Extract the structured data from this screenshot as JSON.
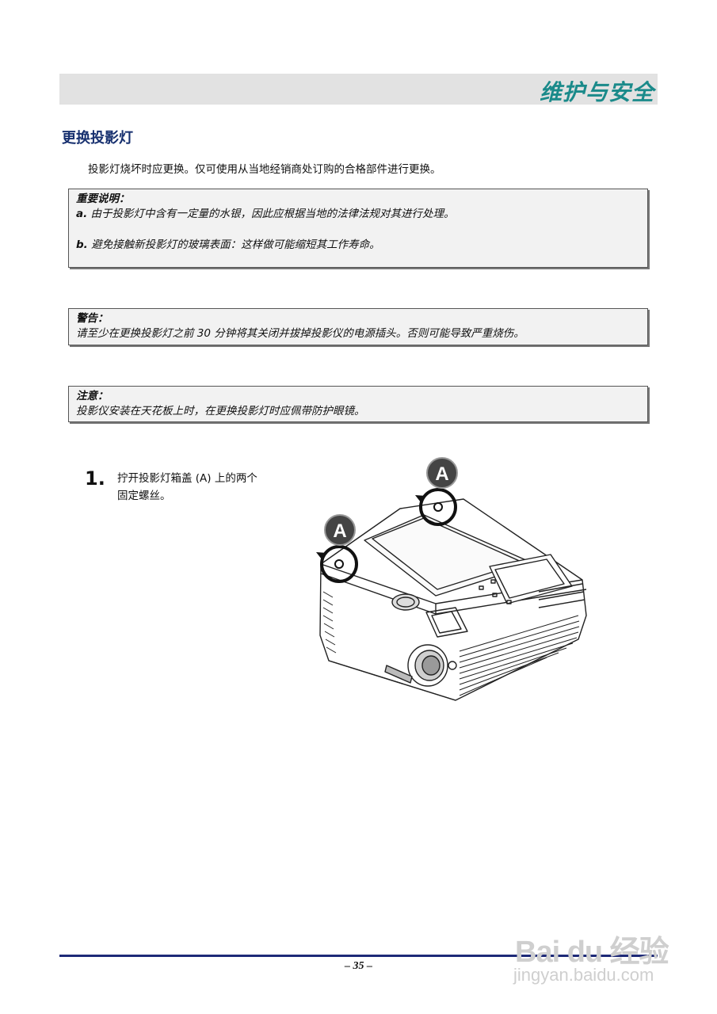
{
  "header": {
    "title": "维护与安全"
  },
  "section": {
    "heading": "更换投影灯",
    "intro": "投影灯烧坏时应更换。仅可使用从当地经销商处订购的合格部件进行更换。"
  },
  "notes": {
    "important": {
      "title": "重要说明：",
      "a_prefix": "a.",
      "a_text": " 由于投影灯中含有一定量的水银，因此应根据当地的法律法规对其进行处理。",
      "b_prefix": "b.",
      "b_text": " 避免接触新投影灯的玻璃表面：这样做可能缩短其工作寿命。"
    },
    "warning": {
      "title": "警告：",
      "text": "请至少在更换投影灯之前 30 分钟将其关闭并拔掉投影仪的电源插头。否则可能导致严重烧伤。"
    },
    "caution": {
      "title": "注意：",
      "text": "投影仪安装在天花板上时，在更换投影灯时应佩带防护眼镜。"
    }
  },
  "step": {
    "number": "1.",
    "text": "拧开投影灯箱盖 (A) 上的两个固定螺丝。"
  },
  "figure": {
    "callout_label": "A"
  },
  "footer": {
    "page_number": "– 35 –"
  },
  "watermark": {
    "brand": "Bai du 经验",
    "url": "jingyan.baidu.com"
  }
}
